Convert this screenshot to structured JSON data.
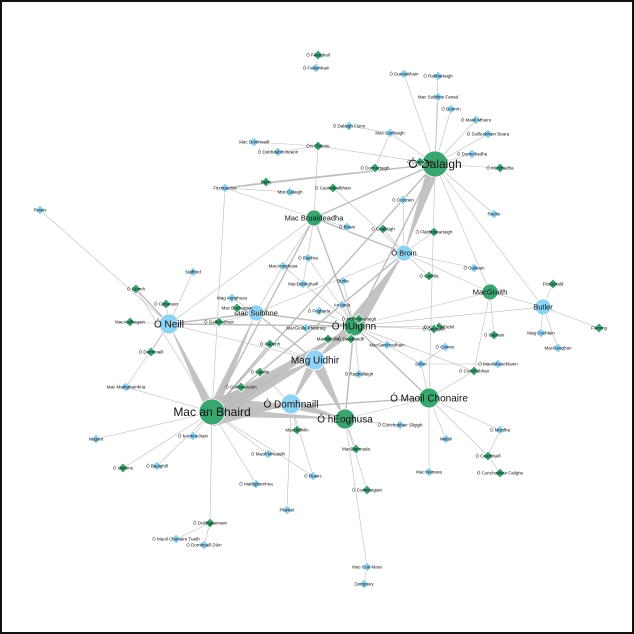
{
  "colors": {
    "green": "#3aa56f",
    "blue": "#8fd3f4",
    "edge": "#bdbdbd",
    "node_stroke": "#ffffff"
  },
  "graph": {
    "nodes": [
      {
        "id": "obhaird",
        "label": "Mac an Bhaird",
        "color": "green",
        "size": "xl"
      },
      {
        "id": "odalaigh",
        "label": "Ó Dalaigh",
        "color": "green",
        "size": "xl"
      },
      {
        "id": "ohuiginn",
        "label": "Ó hUiginn",
        "color": "green",
        "size": "l"
      },
      {
        "id": "oneill",
        "label": "Ó Neill",
        "color": "blue",
        "size": "l"
      },
      {
        "id": "maguidhir",
        "label": "Mag Uidhir",
        "color": "blue",
        "size": "l"
      },
      {
        "id": "odomhnaill",
        "label": "Ó Domhnaill",
        "color": "blue",
        "size": "l"
      },
      {
        "id": "oheoghusa",
        "label": "Ó hEoghusa",
        "color": "green",
        "size": "l"
      },
      {
        "id": "omaoilchonaire",
        "label": "Ó Maoil Chonaire",
        "color": "green",
        "size": "l"
      },
      {
        "id": "macbruaideadha",
        "label": "Mac Bruaideadha",
        "color": "green",
        "size": "m"
      },
      {
        "id": "obroin",
        "label": "Ó Broin",
        "color": "blue",
        "size": "m"
      },
      {
        "id": "macsuibhne",
        "label": "Mac Suibhne",
        "color": "blue",
        "size": "m"
      },
      {
        "id": "macraith",
        "label": "MacGraith",
        "color": "green",
        "size": "m"
      },
      {
        "id": "butler",
        "label": "Butler",
        "color": "blue",
        "size": "m"
      },
      {
        "id": "ognimh",
        "label": "Ó Gnimh",
        "color": "green",
        "size": "s"
      },
      {
        "id": "ochainin",
        "label": "Ó'n Cháinte",
        "color": "green",
        "size": "s"
      },
      {
        "id": "macaonghusa",
        "label": "MacAonghusa",
        "color": "blue",
        "size": "s"
      },
      {
        "id": "fitzgerald",
        "label": "Fitzmaurice",
        "color": "blue",
        "size": "s"
      },
      {
        "id": "ocoinchobhair",
        "label": "Ó Conchobhair",
        "color": "green",
        "size": "s"
      },
      {
        "id": "ocearbhaill",
        "label": "Ó Cearbhaill",
        "color": "green",
        "size": "s"
      },
      {
        "id": "macgeoghan",
        "label": "MacGeoghan",
        "color": "blue",
        "size": "s"
      },
      {
        "id": "odubhgeannain",
        "label": "Ó Dubhgeannain",
        "color": "green",
        "size": "s"
      },
      {
        "id": "oruairc",
        "label": "Ó Ruairc",
        "color": "blue",
        "size": "s"
      },
      {
        "id": "omathghamhna",
        "label": "Ó Mathghamhna",
        "color": "blue",
        "size": "s"
      },
      {
        "id": "macdonmara",
        "label": "Mac Con Mara",
        "color": "blue",
        "size": "s"
      },
      {
        "id": "macearthaigh",
        "label": "Mac Carthaigh",
        "color": "blue",
        "size": "s"
      },
      {
        "id": "obriain",
        "label": "Ó Briain",
        "color": "blue",
        "size": "s"
      },
      {
        "id": "ofoghludha",
        "label": "Ó Raghallaigh",
        "color": "blue",
        "size": "s"
      },
      {
        "id": "macdiarmada",
        "label": "MacDiarmada",
        "color": "green",
        "size": "s"
      },
      {
        "id": "macmathghamhna",
        "label": "Mac Mathghamhna",
        "color": "blue",
        "size": "s"
      },
      {
        "id": "oconchobhairsligigh",
        "label": "Ó Conchobhair Sligigh",
        "color": "blue",
        "size": "s"
      },
      {
        "id": "dillon",
        "label": "Dillon",
        "color": "blue",
        "size": "s"
      },
      {
        "id": "burke",
        "label": "Burke",
        "color": "blue",
        "size": "s"
      },
      {
        "id": "ocaoimh",
        "label": "Ó Caoimh",
        "color": "green",
        "size": "s"
      },
      {
        "id": "macsamhradhain",
        "label": "MacSamhradhain",
        "color": "blue",
        "size": "s"
      },
      {
        "id": "ocoinnegain",
        "label": "Ó Cuinneagain",
        "color": "green",
        "size": "s"
      },
      {
        "id": "barry",
        "label": "Barry",
        "color": "green",
        "size": "s"
      },
      {
        "id": "roche",
        "label": "Roche",
        "color": "blue",
        "size": "s"
      },
      {
        "id": "odomhnaillf",
        "label": "Ó Domhnaill",
        "color": "green",
        "size": "s"
      },
      {
        "id": "mancomaille",
        "label": "Mag Cochlain",
        "color": "blue",
        "size": "s"
      },
      {
        "id": "ocuilean",
        "label": "Ó Cuileain",
        "color": "blue",
        "size": "s"
      },
      {
        "id": "omordha",
        "label": "Ó Mordha",
        "color": "blue",
        "size": "s"
      },
      {
        "id": "ocadhla",
        "label": "Ó Cadhla",
        "color": "green",
        "size": "s"
      },
      {
        "id": "ofialain",
        "label": "Ó Flaithbheartaigh",
        "color": "green",
        "size": "s"
      },
      {
        "id": "ocorcrain",
        "label": "Ó Corcrain",
        "color": "blue",
        "size": "s"
      },
      {
        "id": "sufflag",
        "label": "Stafford",
        "color": "blue",
        "size": "s"
      },
      {
        "id": "ocannain",
        "label": "Ó Cananain",
        "color": "green",
        "size": "s"
      },
      {
        "id": "omaolmhuaidh",
        "label": "Ó Maoil Mhuaidh",
        "color": "blue",
        "size": "s"
      },
      {
        "id": "macgilla",
        "label": "MacGiolla Phádraig",
        "color": "blue",
        "size": "s"
      },
      {
        "id": "macuidhilin",
        "label": "MacUidhilin",
        "color": "green",
        "size": "s"
      },
      {
        "id": "macdomhnaill",
        "label": "Mac Domhnaill",
        "color": "blue",
        "size": "s"
      },
      {
        "id": "fitzgeraldb",
        "label": "FitzGerald",
        "color": "green",
        "size": "s"
      },
      {
        "id": "walsh",
        "label": "Walsh",
        "color": "blue",
        "size": "s"
      },
      {
        "id": "plunket",
        "label": "Plunket",
        "color": "blue",
        "size": "s"
      },
      {
        "id": "ofearghail",
        "label": "Ó Fearghail",
        "color": "green",
        "size": "s"
      },
      {
        "id": "oconcheanainn",
        "label": "Ó Conceanainn",
        "color": "green",
        "size": "s"
      },
      {
        "id": "macnamara",
        "label": "Mac Namara",
        "color": "blue",
        "size": "s"
      },
      {
        "id": "ocdonchadha",
        "label": "Ó Donnchadha",
        "color": "blue",
        "size": "s"
      },
      {
        "id": "macaodhagain",
        "label": "MacAodhagain",
        "color": "green",
        "size": "s"
      },
      {
        "id": "macsuibhnef",
        "label": "Mac Suibhne Fanad",
        "color": "blue",
        "size": "s"
      },
      {
        "id": "odochartaigh",
        "label": "Ó Dochartaigh",
        "color": "green",
        "size": "s"
      },
      {
        "id": "ocathain",
        "label": "Ó Cathain",
        "color": "green",
        "size": "s"
      },
      {
        "id": "ominain",
        "label": "Ó Maoil Mhichil",
        "color": "green",
        "size": "s"
      },
      {
        "id": "omaoilseach",
        "label": "Ó Maoilsheachlainn",
        "color": "blue",
        "size": "s"
      },
      {
        "id": "fleming",
        "label": "Fleming",
        "color": "green",
        "size": "s"
      },
      {
        "id": "power",
        "label": "Power",
        "color": "blue",
        "size": "s"
      },
      {
        "id": "ofallamhain",
        "label": "Ó Fallamhain",
        "color": "blue",
        "size": "s"
      },
      {
        "id": "osullivan",
        "label": "Ó Suilleabhain Beara",
        "color": "blue",
        "size": "s"
      },
      {
        "id": "omurchadha",
        "label": "Ó Murchadha",
        "color": "green",
        "size": "s"
      },
      {
        "id": "odonnabhain",
        "label": "Ó Donnabhain",
        "color": "blue",
        "size": "s"
      },
      {
        "id": "odubhdaboireann",
        "label": "Ó Dubhdabhoireann",
        "color": "blue",
        "size": "s"
      },
      {
        "id": "macdalaigh",
        "label": "Mac Dalaigh",
        "color": "blue",
        "size": "s"
      },
      {
        "id": "oconchurb",
        "label": "Ó Conchubhair Failghe",
        "color": "green",
        "size": "s"
      },
      {
        "id": "dempsey",
        "label": "Dempsey",
        "color": "blue",
        "size": "s"
      },
      {
        "id": "tyrconnell",
        "label": "Mac Eochagain",
        "color": "green",
        "size": "s"
      },
      {
        "id": "magenis",
        "label": "Mag Aonghusa",
        "color": "blue",
        "size": "s"
      },
      {
        "id": "ogallchobhair",
        "label": "Ó Gallchobhair",
        "color": "green",
        "size": "s"
      },
      {
        "id": "omuirchertaigh",
        "label": "Ó Muircheartaigh",
        "color": "green",
        "size": "s"
      },
      {
        "id": "ocoinne",
        "label": "Ó Coinne",
        "color": "blue",
        "size": "s"
      },
      {
        "id": "ocaoilte",
        "label": "Ó Caoilte",
        "color": "green",
        "size": "s"
      },
      {
        "id": "ofoghla",
        "label": "Ó Fogharta",
        "color": "blue",
        "size": "s"
      },
      {
        "id": "aonghus",
        "label": "An tIarla",
        "color": "blue",
        "size": "s"
      },
      {
        "id": "macdubhghaill",
        "label": "MacDubhghaill",
        "color": "blue",
        "size": "s"
      },
      {
        "id": "ocellaigh",
        "label": "Ó Ceallaigh",
        "color": "green",
        "size": "s"
      },
      {
        "id": "ocearnaigh",
        "label": "Ó Cearnaigh",
        "color": "green",
        "size": "s"
      },
      {
        "id": "odoirnin",
        "label": "Ó Doirnín",
        "color": "blue",
        "size": "s"
      },
      {
        "id": "omaoilmhuire",
        "label": "Ó Maoil Mhuire",
        "color": "blue",
        "size": "s"
      },
      {
        "id": "ogairbhith",
        "label": "Ó Gairbhith",
        "color": "green",
        "size": "s"
      },
      {
        "id": "odeadhaidh",
        "label": "Ó Deadhaidh",
        "color": "green",
        "size": "s"
      },
      {
        "id": "ocaoindealbhain",
        "label": "Ó Caoindealbhain",
        "color": "green",
        "size": "s"
      },
      {
        "id": "ofiachra",
        "label": "Ó Fiachra",
        "color": "blue",
        "size": "s"
      },
      {
        "id": "macmaoilin",
        "label": "MacMaoilin",
        "color": "green",
        "size": "s"
      },
      {
        "id": "odalaighf",
        "label": "Ó Dalaigh Fionn",
        "color": "blue",
        "size": "s"
      },
      {
        "id": "orafarty",
        "label": "Ó Rabhartaigh",
        "color": "blue",
        "size": "s"
      },
      {
        "id": "ouaithne",
        "label": "Ó Uaithne",
        "color": "green",
        "size": "s"
      },
      {
        "id": "nogent",
        "label": "Nugent",
        "color": "blue",
        "size": "s"
      },
      {
        "id": "ohonnchadha",
        "label": "Ó hAnnrachain",
        "color": "blue",
        "size": "s"
      },
      {
        "id": "omaolchonaire2",
        "label": "Ó Maoil Chonaire Tuath",
        "color": "blue",
        "size": "s"
      },
      {
        "id": "odomhn2",
        "label": "Ó Domhnaill Dúin",
        "color": "blue",
        "size": "s"
      },
      {
        "id": "obhaoighill",
        "label": "Ó Baoighill",
        "color": "blue",
        "size": "s"
      }
    ]
  }
}
